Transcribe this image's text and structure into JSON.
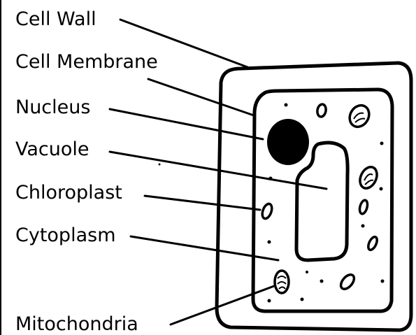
{
  "labels": {
    "cell_wall": "Cell Wall",
    "cell_membrane": "Cell Membrane",
    "nucleus": "Nucleus",
    "vacuole": "Vacuole",
    "chloroplast": "Chloroplast",
    "cytoplasm": "Cytoplasm",
    "mitochondria": "Mitochondria"
  }
}
